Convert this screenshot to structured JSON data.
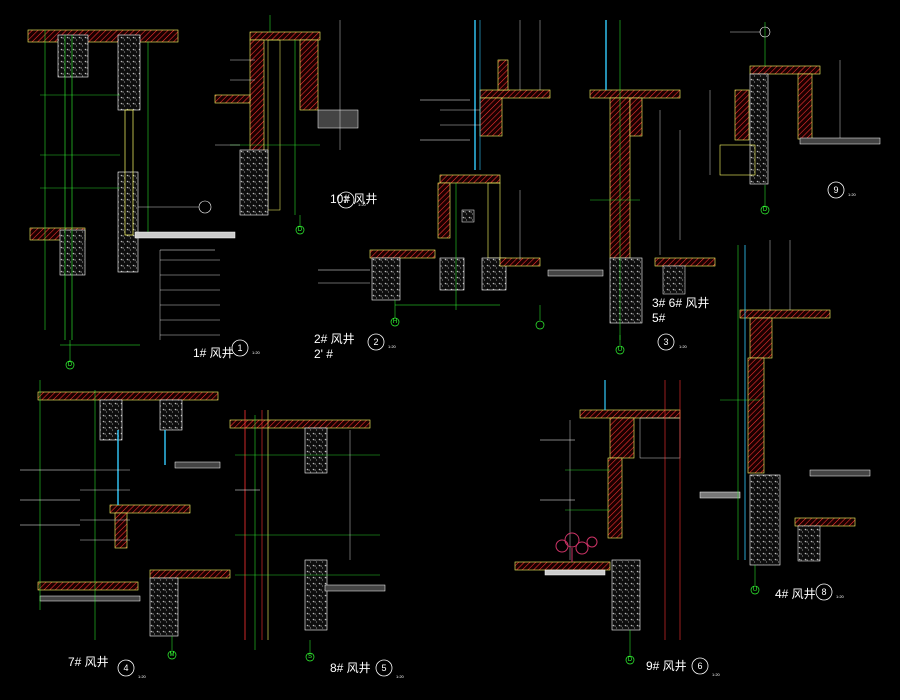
{
  "palette": {
    "background": "#000000",
    "wall_hatch": "#ff3333",
    "dim_line": "#33ff33",
    "wall_line": "#ffff66",
    "glass": "#33ccff",
    "text": "#ffffff",
    "slab": "#cccccc",
    "plant": "#cc3366"
  },
  "details": [
    {
      "id": "d1",
      "label": "1# 风井",
      "num": "1",
      "scale": "1:20",
      "axis": "D"
    },
    {
      "id": "d2",
      "label": "2# 风井",
      "sub": "2' #",
      "num": "2",
      "scale": "1:20",
      "axis": "H"
    },
    {
      "id": "d3",
      "label": "3# 6# 风井",
      "sub": "5#",
      "num": "3",
      "scale": "1:20",
      "axis": "U"
    },
    {
      "id": "d4",
      "label": "7# 风井",
      "num": "4",
      "scale": "1:20",
      "axis": "M"
    },
    {
      "id": "d5",
      "label": "8# 风井",
      "num": "5",
      "scale": "1:20",
      "axis": "S"
    },
    {
      "id": "d6",
      "label": "9# 风井",
      "num": "6",
      "scale": "1:20",
      "axis": "D"
    },
    {
      "id": "d7",
      "label": "10# 风井",
      "num": "7",
      "scale": "1:20",
      "axis": "D"
    },
    {
      "id": "d8",
      "label": "4# 风井",
      "num": "8",
      "scale": "1:20",
      "axis": "U"
    },
    {
      "id": "d9",
      "label": "",
      "num": "9",
      "scale": "1:20",
      "axis": "D"
    }
  ]
}
